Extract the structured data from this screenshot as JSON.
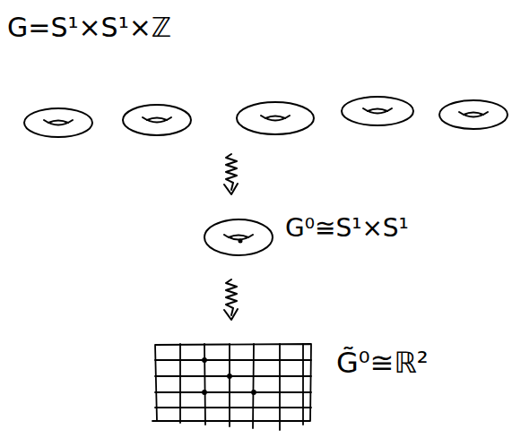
{
  "diagram": {
    "labels": [
      "G=S¹×S¹×ℤ",
      "G⁰≅S¹×S¹",
      "G̃⁰≅ℝ²"
    ]
  }
}
